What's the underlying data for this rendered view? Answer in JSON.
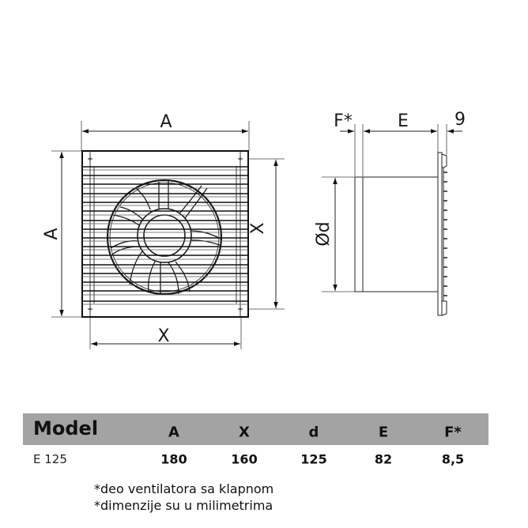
{
  "front_view": {
    "dimension_labels": {
      "top_width": "A",
      "left_height": "A",
      "right_mount": "X",
      "bottom_mount": "X"
    },
    "grille_slats": 20,
    "fan_blades": 9
  },
  "side_view": {
    "dimension_labels": {
      "flap": "F*",
      "depth": "E",
      "grille_thickness": "9",
      "diameter": "Ød"
    }
  },
  "table": {
    "headers": [
      "Model",
      "A",
      "X",
      "d",
      "E",
      "F*"
    ],
    "rows": [
      {
        "model": "E 125",
        "A": "180",
        "X": "160",
        "d": "125",
        "E": "82",
        "F": "8,5"
      }
    ],
    "header_bg": "#a3a3a3"
  },
  "notes": [
    "*deo ventilatora sa klapnom",
    "*dimenzije su u milimetrima"
  ]
}
